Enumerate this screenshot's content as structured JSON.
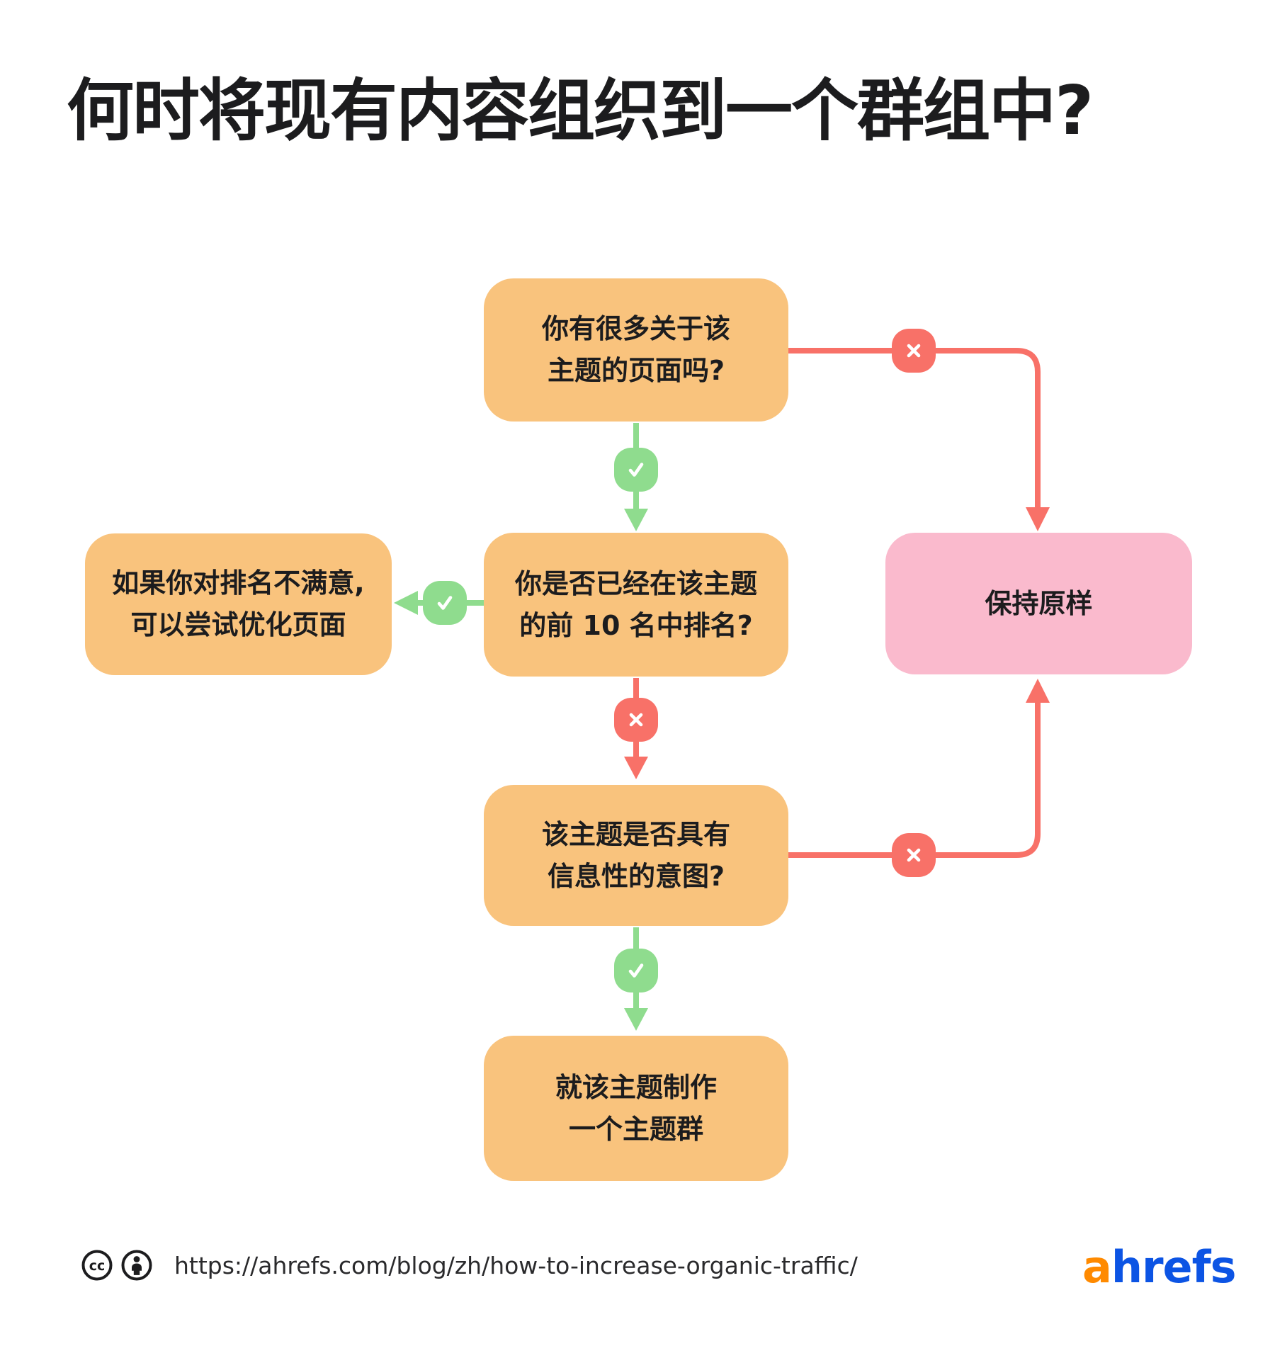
{
  "title": "何时将现有内容组织到一个群组中?",
  "nodes": {
    "q1": {
      "line1": "你有很多关于该",
      "line2": "主题的页面吗?"
    },
    "q2": {
      "line1": "你是否已经在该主题",
      "line2_pre": "的前 ",
      "line2_num": "10",
      "line2_post": " 名中排名?"
    },
    "q3": {
      "line1": "该主题是否具有",
      "line2": "信息性的意图?"
    },
    "optimize": {
      "line1": "如果你对排名不满意,",
      "line2": "可以尝试优化页面"
    },
    "cluster": {
      "line1": "就该主题制作",
      "line2": "一个主题群"
    },
    "keep": {
      "label": "保持原样"
    }
  },
  "edges": [
    {
      "from": "q1",
      "to": "q2",
      "answer": "yes",
      "icon": "check-icon"
    },
    {
      "from": "q1",
      "to": "keep",
      "answer": "no",
      "icon": "x-icon"
    },
    {
      "from": "q2",
      "to": "optimize",
      "answer": "yes",
      "icon": "check-icon"
    },
    {
      "from": "q2",
      "to": "q3",
      "answer": "no",
      "icon": "x-icon"
    },
    {
      "from": "q3",
      "to": "keep",
      "answer": "no",
      "icon": "x-icon"
    },
    {
      "from": "q3",
      "to": "cluster",
      "answer": "yes",
      "icon": "check-icon"
    }
  ],
  "colors": {
    "box_orange": "#f9c37d",
    "box_pink": "#fabacd",
    "edge_green": "#8fdc8e",
    "edge_red": "#f87168",
    "text": "#1c1c1e",
    "logo_orange": "#ff8a00",
    "logo_blue": "#0c54e4"
  },
  "footer": {
    "license_icons": [
      "cc-icon",
      "attribution-icon"
    ],
    "url": "https://ahrefs.com/blog/zh/how-to-increase-organic-traffic/",
    "logo_a": "a",
    "logo_rest": "hrefs"
  }
}
